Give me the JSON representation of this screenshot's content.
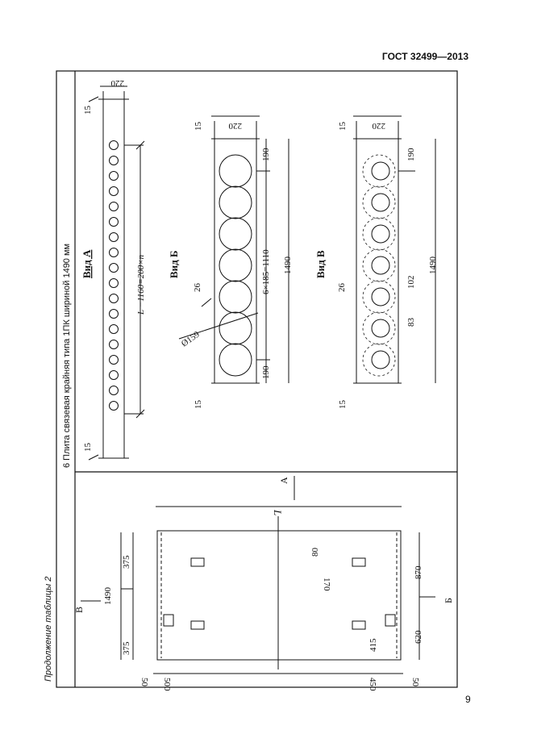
{
  "header": {
    "standard": "ГОСТ 32499—2013"
  },
  "page_number": "9",
  "side_label": "Продолжение таблицы 2",
  "row_title": "6 Плита связевая крайняя типа 1ПК шириной 1490 мм",
  "views": {
    "a": "Вид А",
    "b": "Вид Б",
    "v": "Вид В"
  },
  "marks": {
    "a": "А",
    "b": "Б",
    "v": "В",
    "L": "L"
  },
  "dims": {
    "d1490": "1490",
    "d375a": "375",
    "d375b": "375",
    "d50a": "50",
    "d500": "500",
    "d450": "450",
    "d50b": "50",
    "d415": "415",
    "d620": "620",
    "d870": "870",
    "d80": "80",
    "d170": "170",
    "d15": "15",
    "d220": "220",
    "d190": "190",
    "d26": "26",
    "d159": "Ø159",
    "d6x185": "6×185=1110",
    "d102": "102",
    "d83": "83",
    "formula": "L −1160=200×n"
  }
}
